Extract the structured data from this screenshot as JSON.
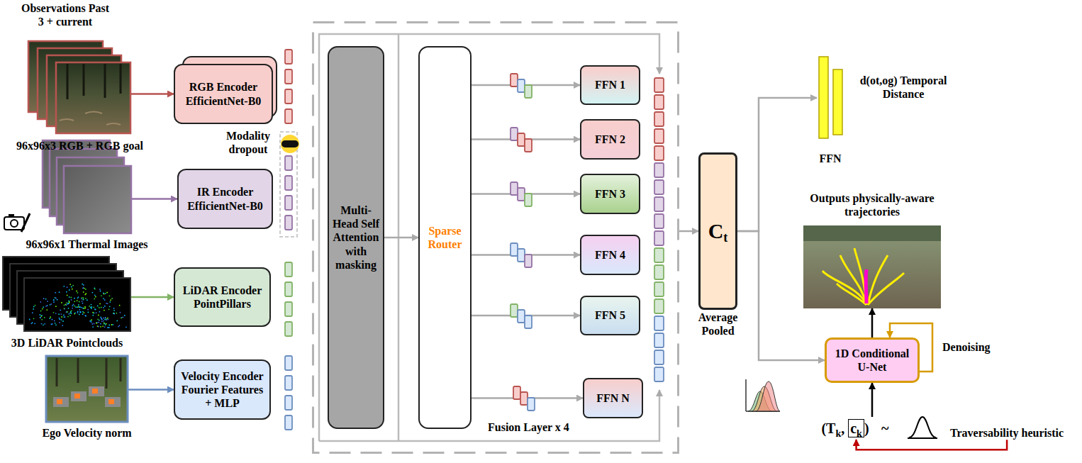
{
  "diagram": {
    "nodes": [
      {
        "text": [
          "96x96x3 RGB + RGB goal"
        ]
      },
      {
        "text": [
          "RGB Encoder EfficientNet-B0"
        ]
      },
      {
        "text": [
          "96x96x1 Thermal Images"
        ]
      },
      {
        "text": [
          "IR Encoder EfficientNet-B0"
        ]
      },
      {
        "text": [
          "3D LiDAR Pointclouds"
        ]
      },
      {
        "text": [
          "LiDAR Encoder PointPillars"
        ]
      },
      {
        "text": [
          "Ego Velocity norm"
        ]
      },
      {
        "text": [
          "Velocity Encoder Fourier Features + MLP"
        ]
      },
      {
        "text": [
          "Fusion Layer x 4"
        ]
      },
      {
        "text": [
          "Multi-Head Self Attention with masking"
        ],
        "in": 8
      },
      {
        "text": [
          "Sparse Router"
        ],
        "in": 8
      },
      {
        "text": [
          "FFN 1"
        ],
        "in": 8
      },
      {
        "text": [
          "FFN 2"
        ],
        "in": 8
      },
      {
        "text": [
          "FFN 3"
        ],
        "in": 8
      },
      {
        "text": [
          "FFN 4"
        ],
        "in": 8
      },
      {
        "text": [
          "FFN 5"
        ],
        "in": 8
      },
      {
        "text": [
          "FFN N"
        ],
        "in": 8
      },
      {
        "text": [
          "C",
          "t",
          "Average Pooled"
        ]
      },
      {
        "text": [
          "FFN",
          "d(ot,og) Temporal Distance"
        ]
      },
      {
        "text": [
          "Outputs physically-aware trajectories"
        ]
      },
      {
        "text": [
          "1D Conditional U-Net"
        ]
      },
      {
        "text": [
          "(T",
          "k",
          ",",
          "c",
          "k",
          ")"
        ]
      },
      {
        "text": [
          "Traversability heuristic"
        ]
      }
    ],
    "edges": [
      {
        "from": 0,
        "to": 1,
        "arrow": "to"
      },
      {
        "from": 2,
        "to": 3,
        "arrow": "to"
      },
      {
        "from": 4,
        "to": 5,
        "arrow": "to"
      },
      {
        "from": 6,
        "to": 7,
        "arrow": "to"
      },
      {
        "from": 9,
        "to": 10,
        "arrow": "to"
      },
      {
        "from": 10,
        "to": 11,
        "arrow": "to"
      },
      {
        "from": 10,
        "to": 12,
        "arrow": "to"
      },
      {
        "from": 10,
        "to": 13,
        "arrow": "to"
      },
      {
        "from": 10,
        "to": 14,
        "arrow": "to"
      },
      {
        "from": 10,
        "to": 15,
        "arrow": "to"
      },
      {
        "from": 10,
        "to": 16,
        "arrow": "to"
      },
      {
        "from": 8,
        "to": 17,
        "arrow": "to"
      },
      {
        "from": 17,
        "to": 18,
        "arrow": "to"
      },
      {
        "from": 17,
        "to": 20,
        "arrow": "to"
      },
      {
        "from": 20,
        "to": 19,
        "arrow": "to"
      },
      {
        "from": 20,
        "to": 20,
        "label": "Denoising",
        "arrow": "to"
      },
      {
        "from": 21,
        "to": 20,
        "arrow": "to"
      },
      {
        "from": 22,
        "to": 21,
        "arrow": "to"
      }
    ],
    "labels": [
      "Observations Past 3 + current",
      "Modality dropout",
      "~"
    ]
  }
}
